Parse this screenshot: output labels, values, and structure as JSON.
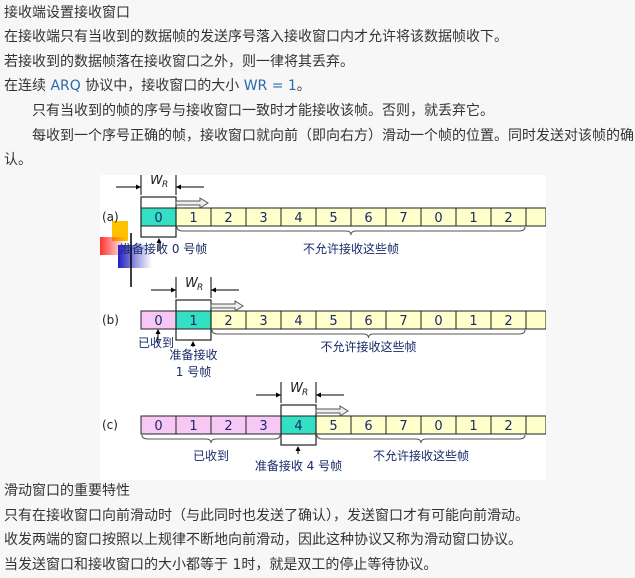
{
  "intro": {
    "heading": "接收端设置接收窗口",
    "line1": "在接收端只有当收到的数据帧的发送序号落入接收窗口内才允许将该数据帧收下。",
    "line2": "若接收到的数据帧落在接收窗口之外，则一律将其丢弃。",
    "line3_pre": "在连续 ",
    "line3_arq": "ARQ",
    "line3_mid": " 协议中，接收窗口的大小 ",
    "line3_wr": "WR = 1",
    "line3_post": "。",
    "line4": "只有当收到的帧的序号与接收窗口一致时才能接收该帧。否则，就丢弃它。",
    "line5a": "每收到一个序号正确的帧，接收窗口就向前（即向右方）滑动一个帧的位置。同时发送对该帧的确",
    "line5b": "认。"
  },
  "diagram": {
    "window_label": "W",
    "window_sub": "R",
    "sequence": [
      "0",
      "1",
      "2",
      "3",
      "4",
      "5",
      "6",
      "7",
      "0",
      "1",
      "2",
      ""
    ],
    "colors": {
      "received": "#f8c8f4",
      "pending": "#ffffcc",
      "window": "#33e0c4",
      "stroke": "#222222",
      "text": "#1a2a6a"
    },
    "rows": [
      {
        "tag": "(a)",
        "received": 0,
        "window": 0,
        "ready_label": "准备接收 0 号帧",
        "received_label": "",
        "reject_label": "不允许接收这些帧"
      },
      {
        "tag": "(b)",
        "received": 1,
        "window": 1,
        "ready_label": "准备接收",
        "ready_label2": "1 号帧",
        "received_label": "已收到",
        "reject_label": "不允许接收这些帧"
      },
      {
        "tag": "(c)",
        "received": 4,
        "window": 4,
        "ready_label": "准备接收 4 号帧",
        "received_label": "已收到",
        "reject_label": "不允许接收这些帧"
      }
    ]
  },
  "summary": {
    "heading": "滑动窗口的重要特性",
    "line1": "只有在接收窗口向前滑动时（与此同时也发送了确认），发送窗口才有可能向前滑动。",
    "line2": "收发两端的窗口按照以上规律不断地向前滑动，因此这种协议又称为滑动窗口协议。",
    "line3": "当发送窗口和接收窗口的大小都等于 1时，就是双工的停止等待协议。"
  }
}
